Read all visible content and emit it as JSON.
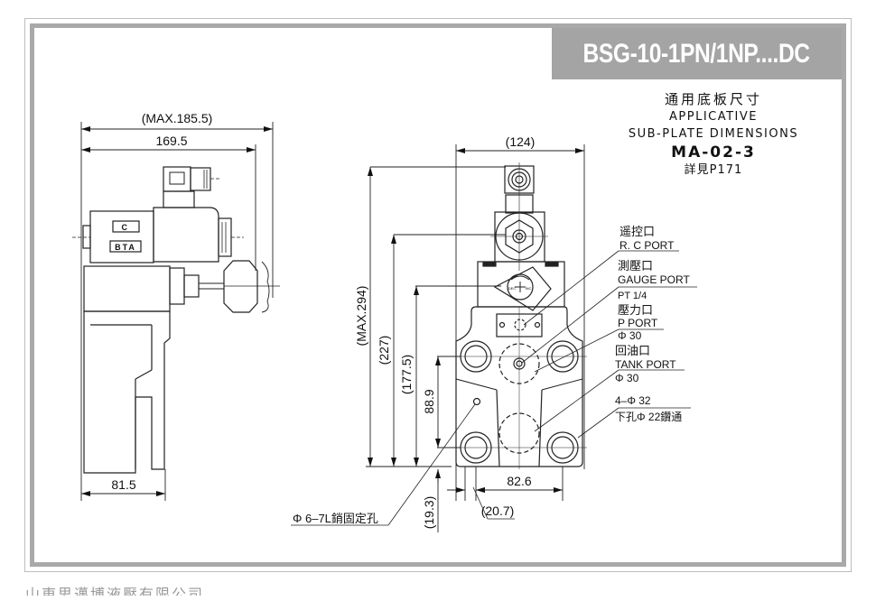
{
  "header": {
    "model_title": "BSG-10-1PN/1NP....DC"
  },
  "subplate": {
    "title_cn": "通用底板尺寸",
    "title_en_line1": "APPLICATIVE",
    "title_en_line2": "SUB-PLATE DIMENSIONS",
    "model": "MA-02-3",
    "reference": "詳見P171"
  },
  "side_view": {
    "dim_max_width": "(MAX.185.5)",
    "dim_width": "169.5",
    "dim_base_width": "81.5",
    "nameplate_letter": "C",
    "nameplate_brand": "BTA"
  },
  "front_view": {
    "dim_top_width": "(124)",
    "dim_max_height": "(MAX.294)",
    "dim_227": "(227)",
    "dim_177_5": "(177.5)",
    "dim_88_9": "88.9",
    "dim_82_6": "82.6",
    "dim_19_3": "(19.3)",
    "dim_20_7": "(20.7)",
    "knob_label_left": "DEC",
    "knob_label_right": "INC"
  },
  "callouts": {
    "rc_port_cn": "遥控口",
    "rc_port_en": "R. C PORT",
    "gauge_port_cn": "測壓口",
    "gauge_port_en": "GAUGE  PORT",
    "gauge_port_size": "PT 1/4",
    "p_port_cn": "壓力口",
    "p_port_en": "P  PORT",
    "p_port_size": "Φ 30",
    "tank_port_cn": "回油口",
    "tank_port_en": "TANK  PORT",
    "tank_port_size": "Φ 30",
    "holes_spec": "4–Φ 32",
    "holes_note": "下孔Φ 22鑽通",
    "pin_hole": "Φ 6–7L銷固定孔"
  },
  "footer": {
    "watermark": "山東思邁博液壓有限公司"
  }
}
